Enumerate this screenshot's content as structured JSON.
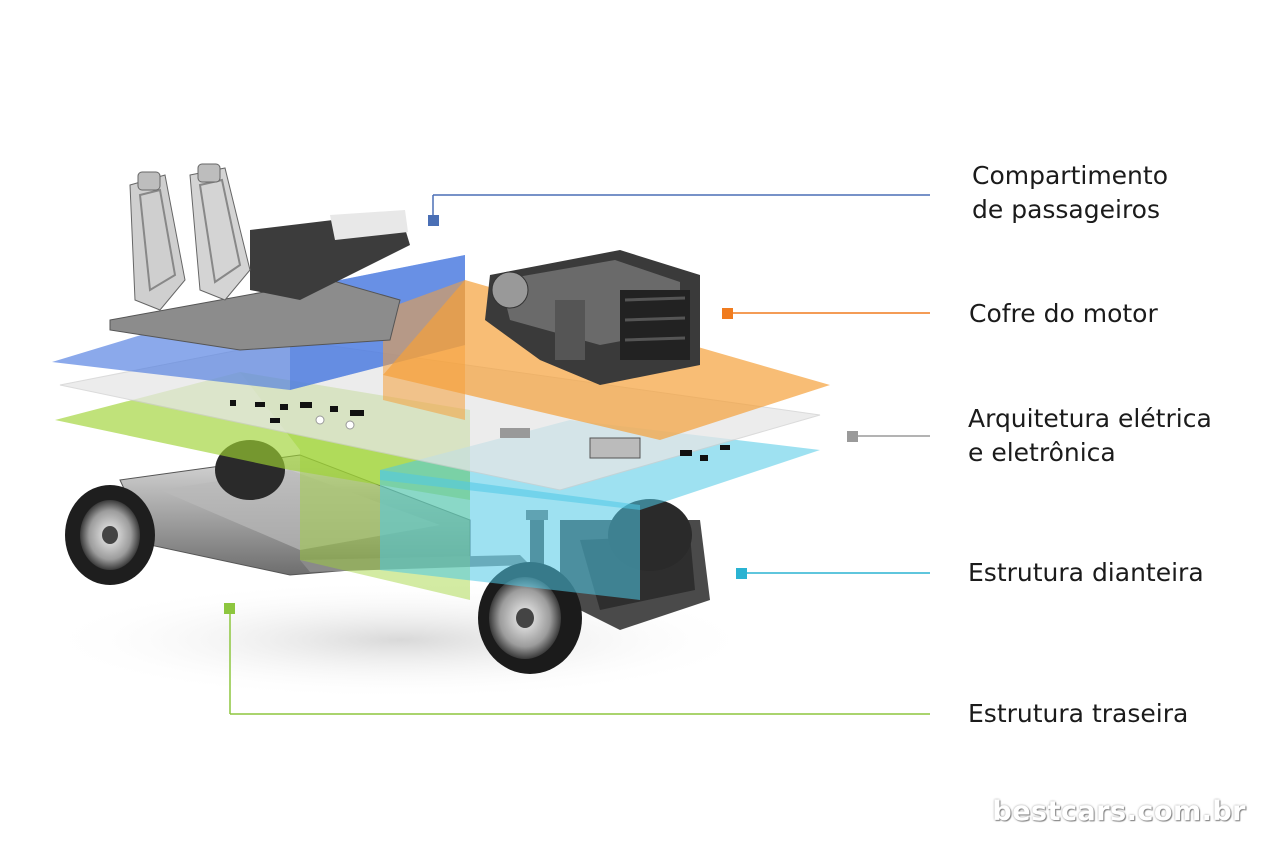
{
  "labels": {
    "passenger": {
      "line1": "Compartimento",
      "line2": "de passageiros",
      "color": "#4a6fb5"
    },
    "engine": {
      "line1": "Cofre do motor",
      "color": "#f07c1f"
    },
    "electrical": {
      "line1": "Arquitetura elétrica",
      "line2": "e eletrônica",
      "color": "#9a9a9a"
    },
    "front": {
      "line1": "Estrutura dianteira",
      "color": "#2ab3d2"
    },
    "rear": {
      "line1": "Estrutura traseira",
      "color": "#8dc63f"
    }
  },
  "watermark": "bestcars.com.br"
}
